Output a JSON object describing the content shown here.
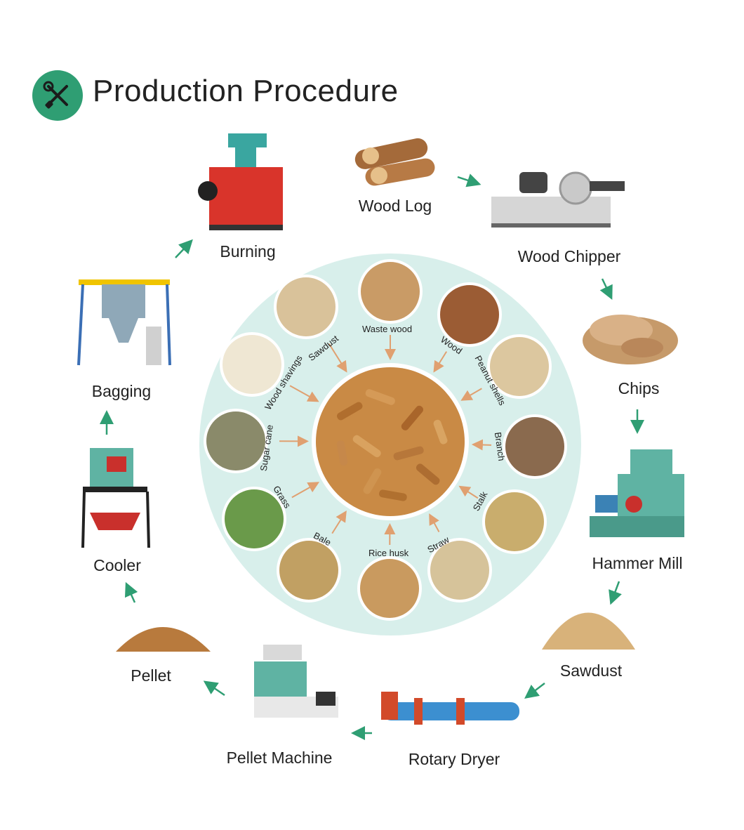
{
  "header": {
    "title": "Production Procedure",
    "icon": "wrench-screwdriver-icon",
    "icon_color": "#2f9e73"
  },
  "colors": {
    "accent": "#2f9e73",
    "center_disc": "#d8efeb",
    "arrow_inner": "#e0a070"
  },
  "process_steps": [
    {
      "id": "wood-log",
      "label": "Wood Log"
    },
    {
      "id": "wood-chipper",
      "label": "Wood Chipper"
    },
    {
      "id": "chips",
      "label": "Chips"
    },
    {
      "id": "hammer-mill",
      "label": "Hammer Mill"
    },
    {
      "id": "sawdust",
      "label": "Sawdust"
    },
    {
      "id": "rotary-dryer",
      "label": "Rotary Dryer"
    },
    {
      "id": "pellet-machine",
      "label": "Pellet Machine"
    },
    {
      "id": "pellet",
      "label": "Pellet"
    },
    {
      "id": "cooler",
      "label": "Cooler"
    },
    {
      "id": "bagging",
      "label": "Bagging"
    },
    {
      "id": "burning",
      "label": "Burning"
    }
  ],
  "raw_materials": [
    {
      "id": "sawdust",
      "label": "Sawdust"
    },
    {
      "id": "waste-wood",
      "label": "Waste wood"
    },
    {
      "id": "wood",
      "label": "Wood"
    },
    {
      "id": "peanut-shells",
      "label": "Peanut shells"
    },
    {
      "id": "branch",
      "label": "Branch"
    },
    {
      "id": "stalk",
      "label": "Stalk"
    },
    {
      "id": "straw",
      "label": "Straw"
    },
    {
      "id": "rice-husk",
      "label": "Rice husk"
    },
    {
      "id": "bale",
      "label": "Bale"
    },
    {
      "id": "grass",
      "label": "Grass"
    },
    {
      "id": "sugar-cane",
      "label": "Sugar cane"
    },
    {
      "id": "wood-shavings",
      "label": "Wood shavings"
    }
  ]
}
